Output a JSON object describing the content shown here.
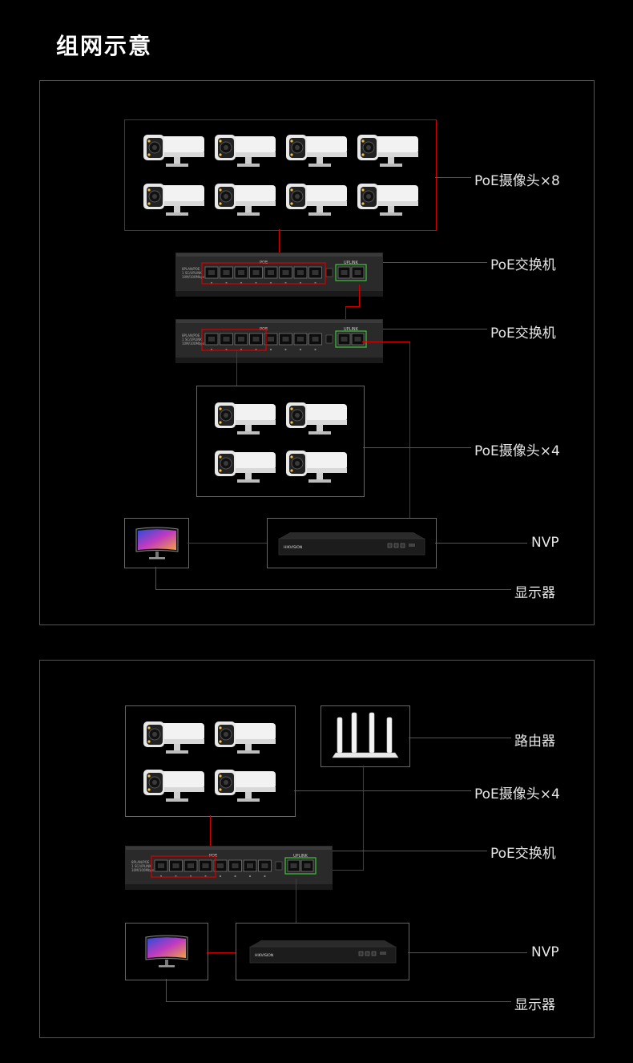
{
  "title": "组网示意",
  "diagram1": {
    "labels": {
      "cameras8": "PoE摄像头×8",
      "switch_a": "PoE交换机",
      "switch_b": "PoE交换机",
      "cameras4": "PoE摄像头×4",
      "nvp": "NVP",
      "monitor": "显示器"
    }
  },
  "diagram2": {
    "labels": {
      "router": "路由器",
      "cameras4": "PoE摄像头×4",
      "switch": "PoE交换机",
      "nvp": "NVP",
      "monitor": "显示器"
    }
  },
  "device_text": {
    "poe": "POE",
    "uplink": "UPLINK",
    "switch_spec": [
      "8PLAN/POE",
      "1 SC/UPLINK",
      "10M/100Mbps"
    ],
    "nvp_brand": "HIKVISION"
  },
  "icons": {
    "camera": "bullet-camera-icon",
    "switch": "poe-switch-icon",
    "nvp": "nvp-recorder-icon",
    "monitor": "monitor-icon",
    "router": "wifi-router-icon"
  },
  "colors": {
    "accent": "#d40000",
    "line": "#555555",
    "uplink": "#3db83d"
  }
}
